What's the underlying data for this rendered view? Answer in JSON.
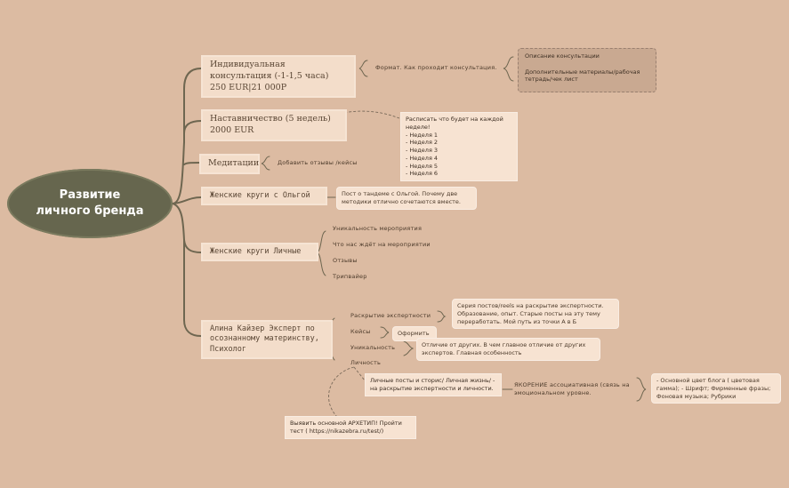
{
  "root": {
    "label": "Развитие личного бренда"
  },
  "branches": {
    "consult": {
      "label": "Индивидуальная консультация (-1-1,5 часа) 250 EUR|21 000Р",
      "format": "Формат. Как проходит консультация.",
      "details": "Описание консультации\n\nДополнительные материалы/рабочая тетрадь/чек лист"
    },
    "mentor": {
      "label": "Наставничество (5 недель) 2000 EUR",
      "weeks": "Расписать что будет на каждой неделе!\n- Неделя 1\n- Неделя 2\n- Неделя 3\n- Неделя 4\n- Неделя 5\n- Неделя 6"
    },
    "meditation": {
      "label": "Медитации",
      "note": "Добавить отзывы /кейсы"
    },
    "women_circles": {
      "label": "Женские круги с Ольгой",
      "note": "Пост о тандеме с Ольгой. Почему две методики отлично сочетаются вместе."
    },
    "personal_circles": {
      "label": "Женские круги Личные",
      "items": [
        "Уникальность мероприятия",
        "Что нас ждёт на мероприятии",
        "Отзывы",
        "Трипвайер"
      ]
    },
    "expert": {
      "label": "Алина Кайзер Эксперт по осознанному материнству, Психолог",
      "reveal": "Раскрытие экспертности",
      "reveal_note": "Серия постов/reels на раскрытие экспертности. Образование, опыт. Старые посты на эту тему переработать. Мой путь из точки А в Б",
      "cases": "Кейсы",
      "cases_note": "Оформить",
      "unique": "Уникальность",
      "unique_note": "Отличие от других. В чем главное отличие от других экспертов. Главная особенность",
      "personality": "Личность",
      "personal_posts": "Личные посты и сторис/ Личная жизнь/ - на раскрытие экспертности и личности.",
      "anchor": "ЯКОРЕНИЕ ассоциативная (связь на эмоциональном уровне.",
      "anchor_details": "- Основной цвет блога ( цветовая гамма); - Шрифт; Фирменные фразы; Фоновая музыка; Рубрики",
      "archetype": "Выявить основной АРХЕТИП! Пройти тест ( https://nikazebra.ru/test/)"
    }
  }
}
